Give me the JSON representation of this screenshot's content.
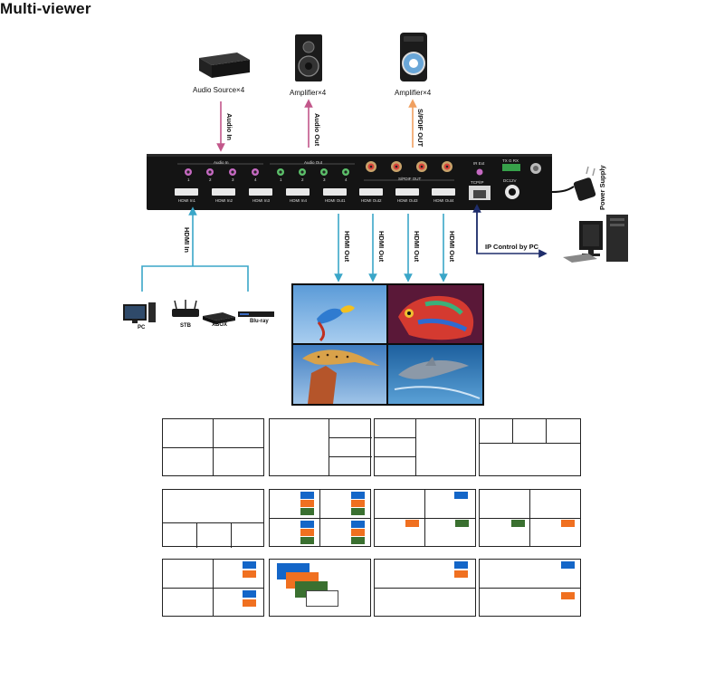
{
  "title": "Multi-viewer",
  "devices": {
    "audio_source": "Audio Source×4",
    "amplifier_1": "Amplifier×4",
    "amplifier_2": "Amplifier×4",
    "power_supply": "Power Supply"
  },
  "connections": {
    "audio_in": "Audio In",
    "audio_out": "Audio Out",
    "spdif_out": "S/PDIF OUT",
    "hdmi_in": "HDMI In",
    "hdmi_out": [
      "HDMI Out",
      "HDMI Out",
      "HDMI Out",
      "HDMI Out"
    ],
    "ip_control": "IP Control by PC"
  },
  "sources": [
    "PC",
    "STB",
    "XBOX",
    "Blu-ray"
  ],
  "panel": {
    "audio_in_label": "Audio In",
    "audio_out_label": "Audio Out",
    "spdif_label": "S/PDIF OUT",
    "ir_ext": "IR Ext",
    "tx_g_rx": "TX G RX",
    "dc12v": "DC12V",
    "tcpip": "TCP/IP",
    "port_numbers": [
      "1",
      "2",
      "3",
      "4"
    ],
    "hdmi_ports": [
      "HDMI In1",
      "HDMI In2",
      "HDMI In3",
      "HDMI In4",
      "HDMI Out1",
      "HDMI Out2",
      "HDMI Out3",
      "HDMI Out4"
    ]
  },
  "display_quadrants": [
    "parrot",
    "chameleon",
    "leopard",
    "dolphin"
  ],
  "colors": {
    "audio_in_arrow": "#c2578a",
    "audio_out_arrow": "#c2578a",
    "spdif_arrow": "#f0a060",
    "hdmi_arrow": "#3aa6c8",
    "ip_arrow": "#1e2d6b",
    "win_blue": "#1466c8",
    "win_orange": "#f07020",
    "win_green": "#3a7030"
  }
}
